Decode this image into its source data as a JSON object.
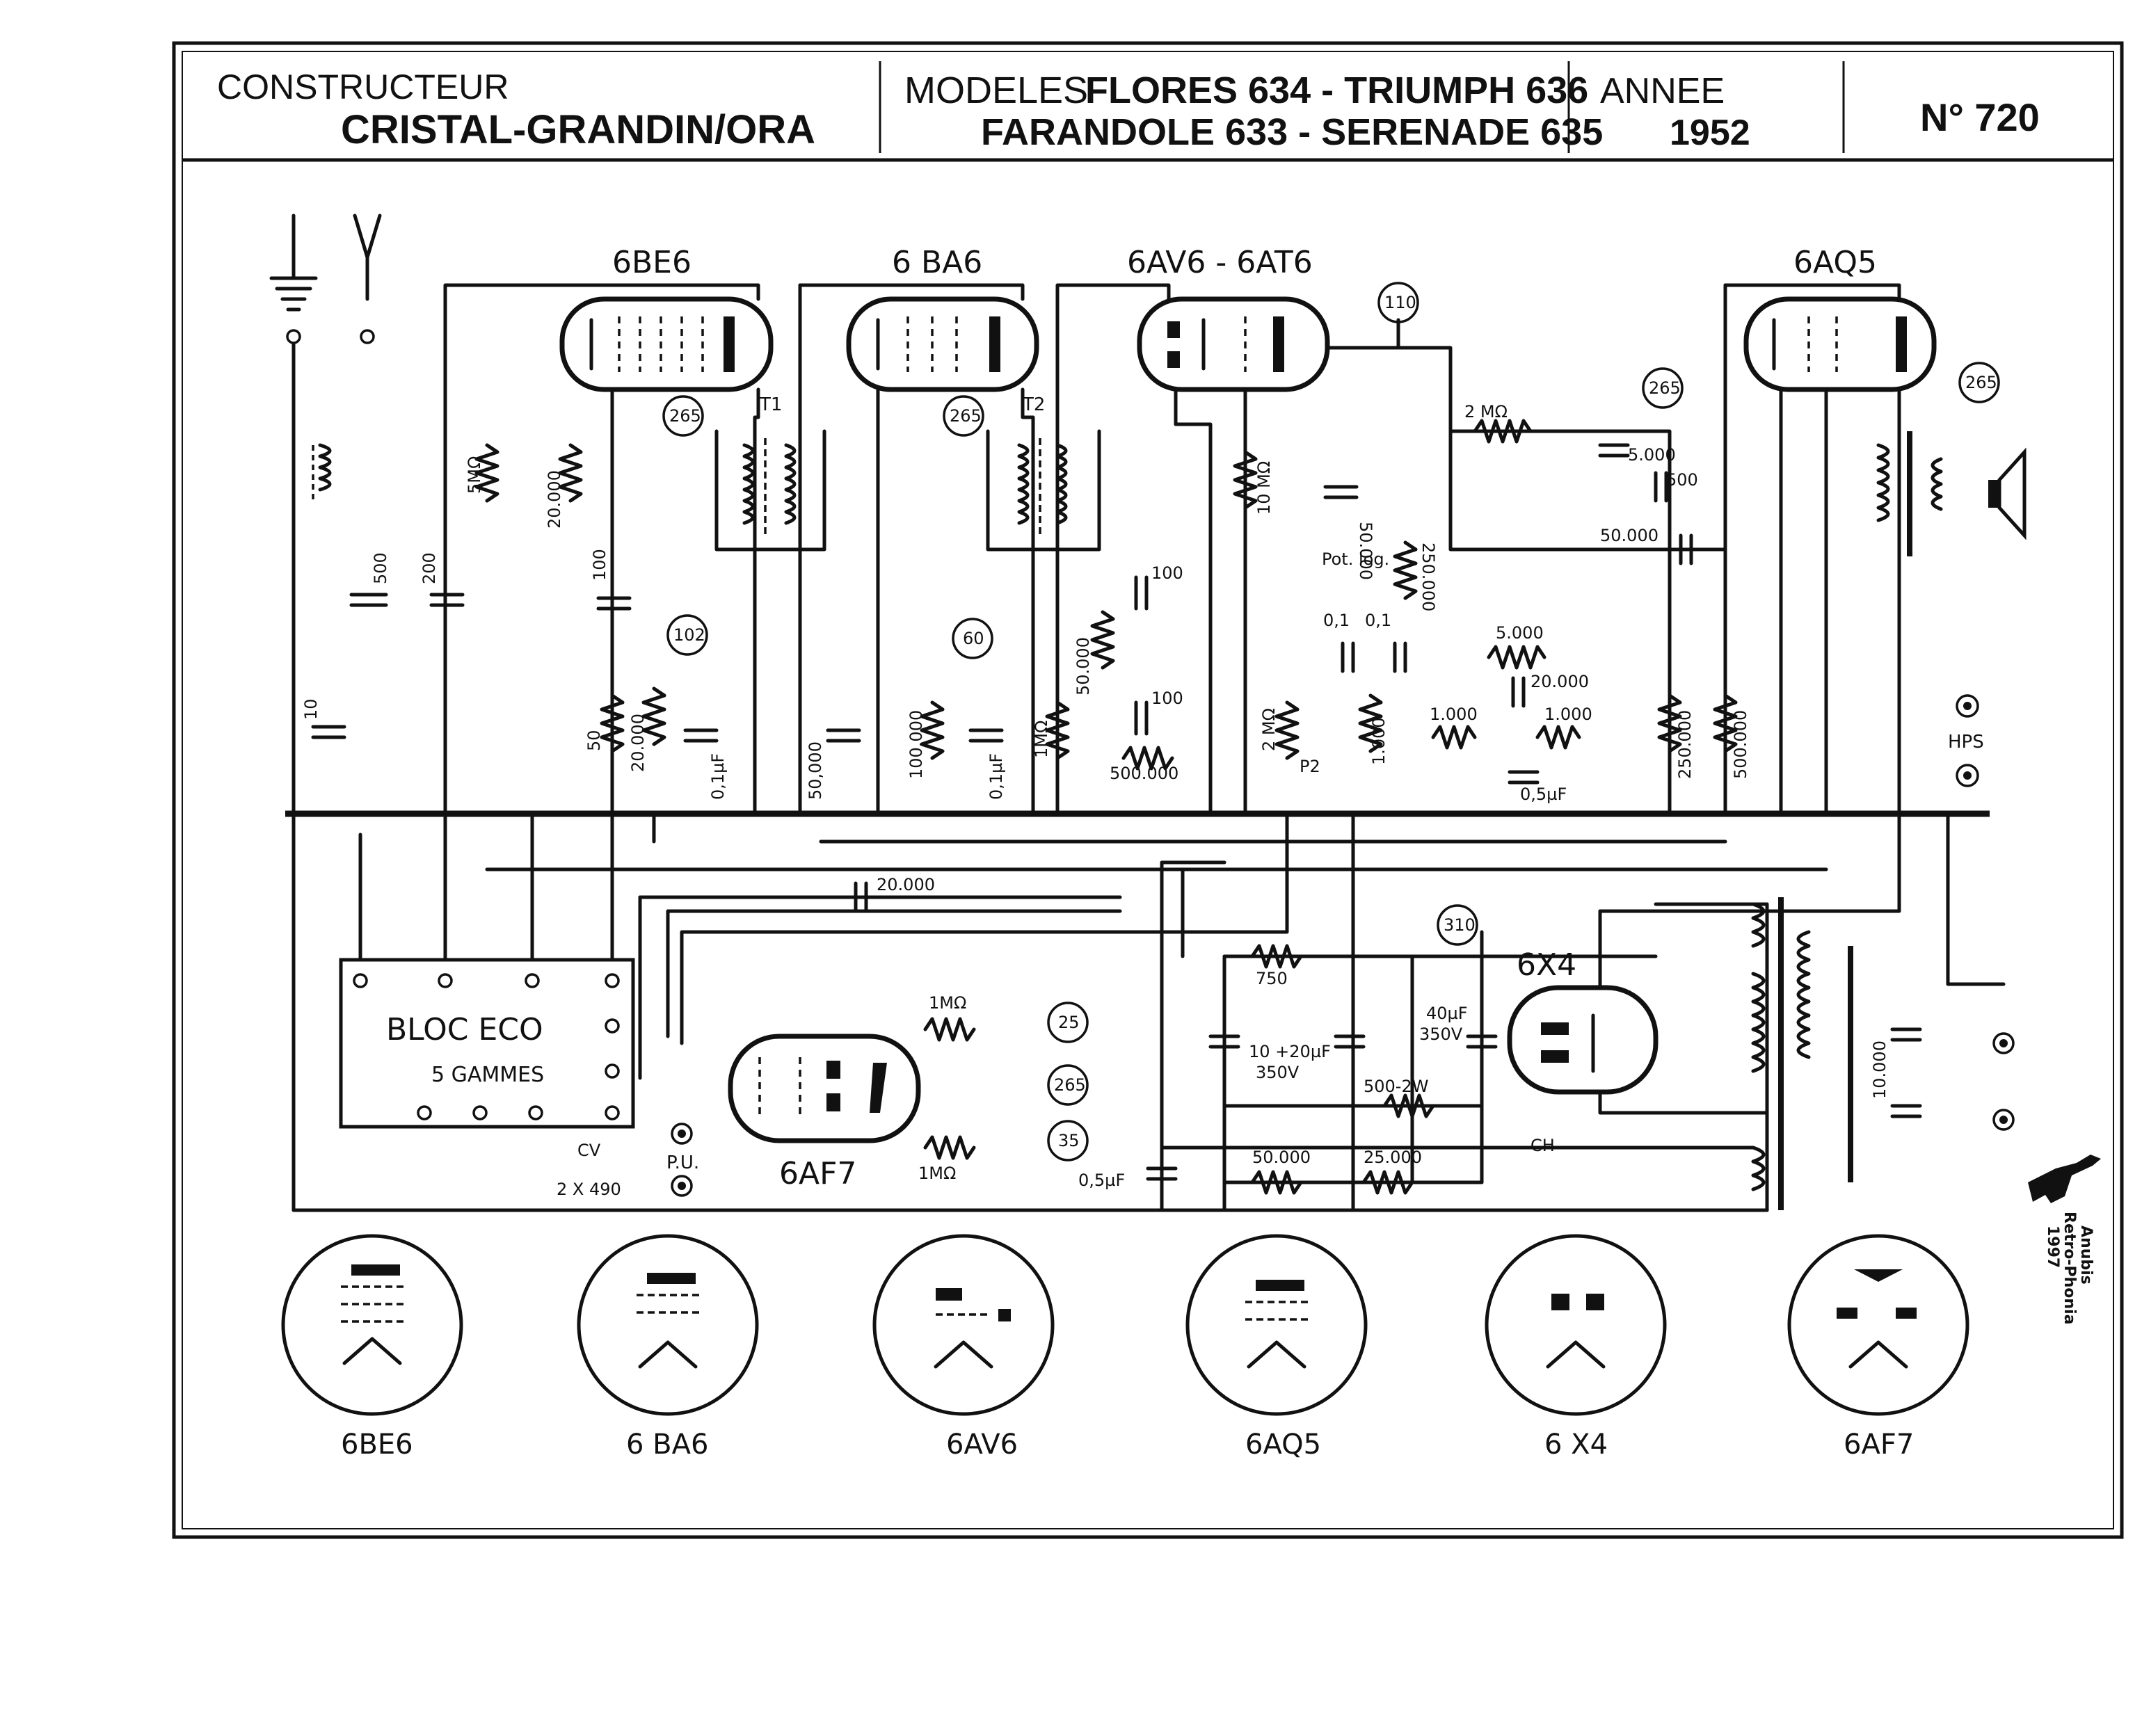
{
  "header": {
    "constructeur_label": "CONSTRUCTEUR",
    "constructeur_value": "CRISTAL-GRANDIN/ORA",
    "modeles_label": "MODELES",
    "modeles_line1": "FLORES 634 - TRIUMPH 636",
    "modeles_line2": "FARANDOLE 633 - SERENADE 635",
    "annee_label": "ANNEE",
    "annee_value": "1952",
    "number": "N° 720"
  },
  "tubes": {
    "t1": "6BE6",
    "t2": "6 BA6",
    "t3": "6AV6 - 6AT6",
    "t4": "6AQ5",
    "t5": "6X4",
    "t6": "6AF7"
  },
  "voltage_badges": {
    "b1": "265",
    "b2": "265",
    "b3": "110",
    "b4": "265",
    "b5": "265",
    "b6": "102",
    "b7": "60",
    "b8": "310",
    "b9": "25",
    "b10": "265",
    "b11": "35"
  },
  "transformers": {
    "t1": "T1",
    "t2": "T2"
  },
  "components": {
    "c500": "500",
    "c200": "200",
    "r5m": "5MΩ",
    "r20000": "20.000",
    "c100a": "100",
    "c10": "10",
    "r50": "50",
    "r20000b": "20.000",
    "c01a": "0,1µF",
    "r50000a": "50,000",
    "r100000": "100.000",
    "c01b": "0,1µF",
    "r1m": "1MΩ",
    "r50000b": "50.000",
    "c100b": "100",
    "c100c": "100",
    "r500000": "500.000",
    "r10m": "10 MΩ",
    "c50000a": "50.000",
    "potlog": "Pot. log.",
    "r250000a": "250.000",
    "c01c": "0,1",
    "c01d": "0,1",
    "r2m": "2 MΩ",
    "p2": "P2",
    "r1000a": "1.000",
    "r2mb": "2 MΩ",
    "c5000a": "5.000",
    "c500b": "500",
    "c50000b": "50.000",
    "r5000": "5.000",
    "c20000a": "20.000",
    "r1000b": "1.000",
    "r1000c": "1.000",
    "c05a": "0,5µF",
    "r250000b": "250.000",
    "r500000b": "500.000",
    "c20000b": "20.000",
    "r1ma": "1MΩ",
    "r1mb": "1MΩ",
    "c05b": "0,5µF",
    "r750": "750",
    "c1020": "10 +20µF",
    "v350a": "350V",
    "c40": "40µF",
    "v350b": "350V",
    "r5002w": "500-2W",
    "r50000c": "50.000",
    "r25000": "25.000",
    "ch": "CH",
    "c10000": "10.000",
    "hps": "HPS",
    "pu": "P.U.",
    "cv": "CV",
    "cv2": "2 X 490"
  },
  "bloc": {
    "title": "BLOC   ECO",
    "subtitle": "5 GAMMES"
  },
  "base_labels": [
    "6BE6",
    "6 BA6",
    "6AV6",
    "6AQ5",
    "6 X4",
    "6AF7"
  ],
  "stamp": {
    "line1": "Anubis",
    "line2": "Retro-Phonia",
    "line3": "1997"
  }
}
